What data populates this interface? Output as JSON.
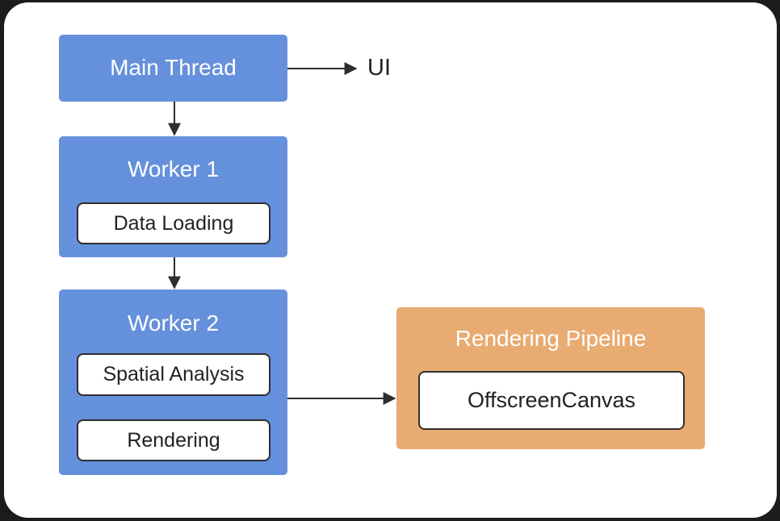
{
  "diagram": {
    "main_thread": {
      "title": "Main Thread"
    },
    "ui_label": "UI",
    "worker1": {
      "title": "Worker 1",
      "tasks": [
        "Data Loading"
      ]
    },
    "worker2": {
      "title": "Worker 2",
      "tasks": [
        "Spatial Analysis",
        "Rendering"
      ]
    },
    "rendering_pipeline": {
      "title": "Rendering Pipeline",
      "component": "OffscreenCanvas"
    },
    "edges": [
      {
        "from": "Main Thread",
        "to": "UI"
      },
      {
        "from": "Main Thread",
        "to": "Worker 1"
      },
      {
        "from": "Worker 1",
        "to": "Worker 2"
      },
      {
        "from": "Worker 2",
        "to": "Rendering Pipeline"
      }
    ]
  },
  "colors": {
    "thread_box": "#6590dc",
    "pipeline_box": "#e8ab71",
    "arrow": "#2e2e2e"
  }
}
